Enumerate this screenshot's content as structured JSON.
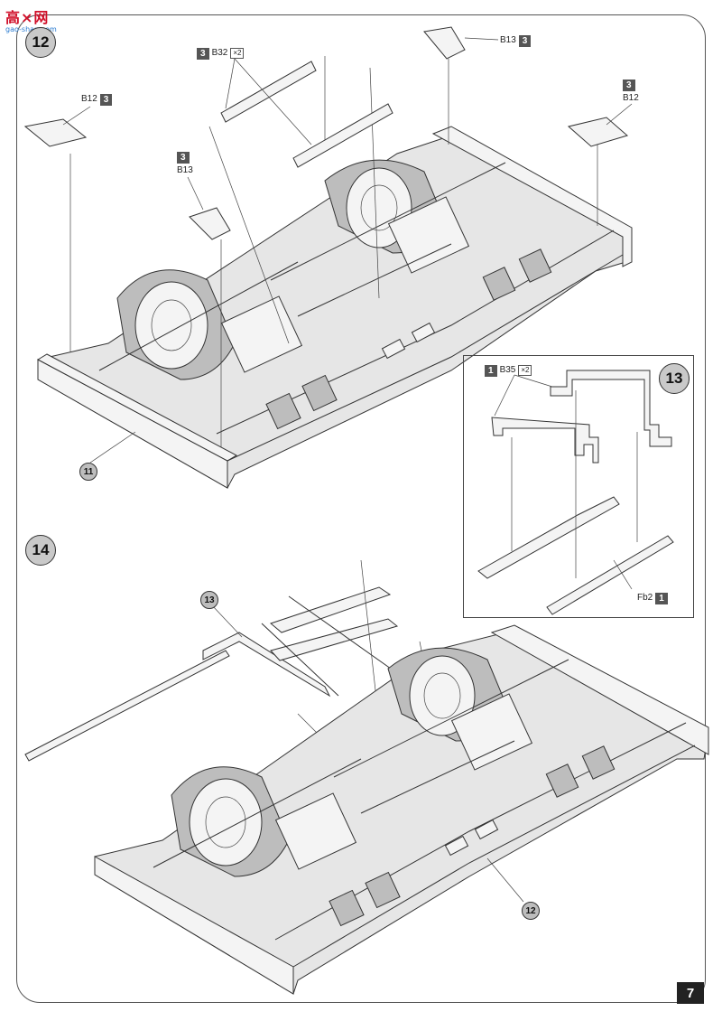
{
  "watermark": {
    "main": "高×网",
    "sub": "gao-shan.com"
  },
  "page_number": "7",
  "steps": {
    "s12": "12",
    "s13": "13",
    "s14": "14"
  },
  "refs": {
    "r11": "11",
    "r12": "12",
    "r13": "13"
  },
  "labels": {
    "b32": {
      "sprue": "3",
      "part": "B32",
      "qty": "×2"
    },
    "b13_top": {
      "sprue": "3",
      "part": "B13"
    },
    "b12_left": {
      "sprue": "3",
      "part": "B12"
    },
    "b12_right": {
      "sprue": "3",
      "part": "B12"
    },
    "b13_left": {
      "sprue": "3",
      "part": "B13"
    },
    "b35": {
      "sprue": "1",
      "part": "B35",
      "qty": "×2"
    },
    "fb2": {
      "sprue": "1",
      "part": "Fb2"
    }
  }
}
